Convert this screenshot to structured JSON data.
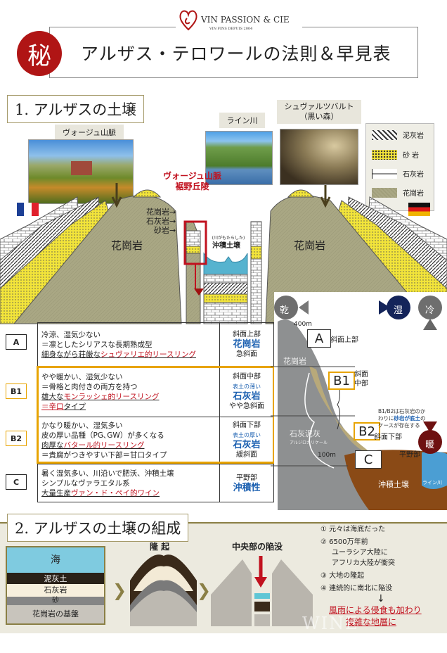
{
  "header": {
    "seal": "秘",
    "title": "アルザス・テロワールの法則＆早見表",
    "logo_name": "VIN PASSION & CIE",
    "logo_sub": "VIN FINS  DEPUIS 2004"
  },
  "section1": {
    "title": "1. アルザスの土壌",
    "vosges_label": "ヴォージュ山脈",
    "rhine_label": "ライン川",
    "schwarzwald_label": "シュヴァルツバルト",
    "schwarzwald_sub": "（黒い森）",
    "legend": [
      {
        "label": "泥灰岩"
      },
      {
        "label": "砂 岩"
      },
      {
        "label": "石灰岩"
      },
      {
        "label": "花崗岩"
      }
    ],
    "foothills_label": "ヴォージュ山脈",
    "foothills_label2": "裾野丘陵",
    "granite_left": "花崗岩",
    "granite_right": "花崗岩",
    "layer_labels": [
      "花崗岩→",
      "石灰岩→",
      "砂岩→"
    ],
    "alluvial_note": "(川がもたらした)",
    "alluvial_label": "沖積土壌"
  },
  "table": {
    "rows": [
      {
        "tag": "A",
        "lines": [
          "冷涼、湿気少ない",
          "＝凛としたシリアスな長期熟成型"
        ],
        "em_black": "細身ながら荘厳な",
        "em_red": "シュヴァリエ的リースリング",
        "extra_red": "",
        "extra_black": "",
        "pos": "斜面上部",
        "soil_note": "",
        "soil": "花崗岩",
        "slope": "急斜面"
      },
      {
        "tag": "B1",
        "lines": [
          "やや暖かい、湿気少ない",
          "＝骨格と肉付きの両方を持つ"
        ],
        "em_black": "雄大な",
        "em_red": "モンラッシェ的リースリング",
        "extra_red": "＝辛口",
        "extra_black": "タイプ",
        "pos": "斜面中部",
        "soil_note": "表土の薄い",
        "soil": "石灰岩",
        "slope": "やや急斜面"
      },
      {
        "tag": "B2",
        "lines": [
          "かなり暖かい、湿気多い",
          "皮の厚い品種（PG､GW）が多くなる"
        ],
        "em_black": "肉厚な",
        "em_red": "バタール的リースリング",
        "extra_red": "",
        "extra_black": "＝貴腐がつきやすい下部＝甘口タイプ",
        "pos": "斜面下部",
        "soil_note": "表土の厚い",
        "soil": "石灰岩",
        "slope": "緩斜面"
      },
      {
        "tag": "C",
        "lines": [
          "暑く湿気多い、川沿いで肥沃、沖積土壌",
          "シンプルなヴァラエタル系"
        ],
        "em_black": "大量生産",
        "em_red": "ヴァン・ド・ペイ的ワイン",
        "extra_red": "",
        "extra_black": "",
        "pos": "平野部",
        "soil_note": "",
        "soil": "沖積性",
        "slope": ""
      }
    ]
  },
  "slope_diagram": {
    "dry": "乾",
    "wet": "湿",
    "cold": "冷",
    "warm": "暖",
    "alt_top": "400m",
    "alt_bottom": "100m",
    "granite": "花崗岩",
    "limestone_marl": "石灰泥灰",
    "limestone_marl_sub": "アルジロカリケール",
    "alluvial": "沖積土壌",
    "rhine": "ライン川",
    "markers": [
      {
        "tag": "A",
        "label": "斜面上部"
      },
      {
        "tag": "B1",
        "label": "斜面中部"
      },
      {
        "tag": "B2",
        "label": "斜面下部"
      },
      {
        "tag": "C",
        "label": "平野部"
      }
    ],
    "note_pre": "B1/B2は石灰岩のかわりに",
    "note_blue": "砂岩が底土",
    "note_post": "のケースが存在する"
  },
  "section2": {
    "title": "2. アルザスの土壌の組成",
    "layers": [
      "海",
      "泥灰土",
      "石灰岩",
      "砂",
      "花崗岩の基盤"
    ],
    "uplift": "隆 起",
    "subsidence": "中央部の陥没",
    "steps": [
      "① 元々は海底だった",
      "② 6500万年前",
      "ユーラシア大陸に",
      "アフリカ大陸が衝突",
      "③ 大地の隆起",
      "④ 連続的に南北に陥没"
    ],
    "down_arrow": "↓",
    "conclusion1": "風雨による侵食も加わり",
    "conclusion2": "複雑な地層に",
    "watermark": "WINE REPORT"
  },
  "colors": {
    "red": "#c1121f",
    "orange": "#e8a400",
    "granite": "#a9a784",
    "sandstone": "#f2e43a",
    "navy": "#14245a",
    "maroon": "#6e1111"
  }
}
